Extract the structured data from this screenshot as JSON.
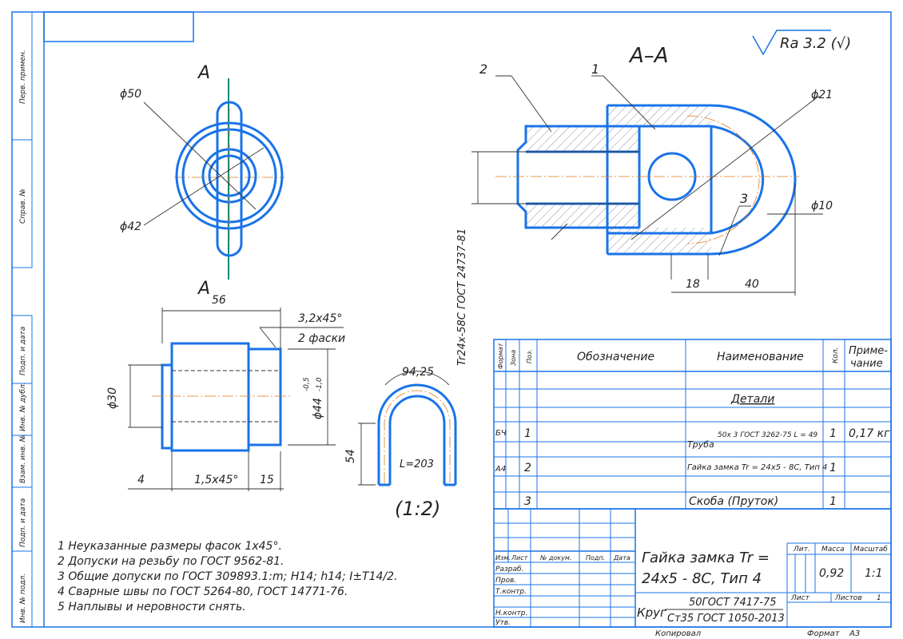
{
  "side_labels": [
    "Перв. примен.",
    "Справ. №",
    "Подп. и дата",
    "Инв. № дубл.",
    "Взам. инв. №",
    "Подп. и дата",
    "Инв. № подл."
  ],
  "roughness": "Ra 3.2 (√)",
  "section_title": "А–А",
  "cut_letter_top": "А",
  "cut_letter_bottom": "А",
  "front": {
    "d50": "ϕ50",
    "d42": "ϕ42"
  },
  "section": {
    "pos1": "1",
    "pos2": "2",
    "pos3": "3",
    "d21": "ϕ21",
    "d10": "ϕ10",
    "dim18": "18",
    "dim40": "40",
    "thread": "Tr24x-58C ГОСТ 24737-81"
  },
  "nut": {
    "len56": "56",
    "chamfer": "3,2x45°",
    "chamfers": "2 фаски",
    "d30": "ϕ30",
    "d44": "ϕ44",
    "tol_upper": "-0,5",
    "tol_lower": "-1,0",
    "dim4": "4",
    "chamfer2": "1,5x45°",
    "dim15": "15"
  },
  "bracket": {
    "arc": "94,25",
    "height": "54",
    "length": "L=203",
    "scale": "(1:2)"
  },
  "notes": [
    "1 Неуказанные размеры фасок 1х45°.",
    "2 Допуски на резьбу по ГОСТ 9562-81.",
    "3 Общие допуски по ГОСТ 309893.1:m; Н14; h14; I±T14/2.",
    "4  Сварные швы по ГОСТ 5264-80,  ГОСТ 14771-76.",
    "5 Наплывы и неровности снять."
  ],
  "spec": {
    "headers": {
      "format": "Формат",
      "zone": "Зона",
      "pos": "Поз.",
      "designation": "Обозначение",
      "name": "Наименование",
      "qty": "Кол.",
      "note1": "Приме-",
      "note2": "чание"
    },
    "section": "Детали",
    "rows": [
      {
        "format": "БЧ",
        "pos": "1",
        "name": "Труба",
        "name_detail": "50х 3 ГОСТ 3262-75 L = 49",
        "qty": "1",
        "note": "0,17 кг"
      },
      {
        "format": "А4",
        "pos": "2",
        "name": "Гайка замка Tr = 24x5 - 8C, Тип 4",
        "name_detail": "",
        "qty": "1",
        "note": ""
      },
      {
        "format": "",
        "pos": "3",
        "name": "Скоба (Пруток)",
        "name_detail": "",
        "qty": "1",
        "note": ""
      }
    ]
  },
  "title_block": {
    "labels": {
      "izm": "Изм.",
      "list": "Лист",
      "doc": "№ докум.",
      "podp": "Подп.",
      "date": "Дата",
      "razrab": "Разраб.",
      "prov": "Пров.",
      "tkontr": "Т.контр.",
      "nkontr": "Н.контр.",
      "utv": "Утв.",
      "lit": "Лит.",
      "mass": "Масса",
      "scale": "Масштаб",
      "sheet": "Лист",
      "sheets": "Листов"
    },
    "title_line1": "Гайка замка Tr =",
    "title_line2": "24x5 - 8C, Тип 4",
    "material_prefix": "Круг",
    "material_top": "50ГОСТ 7417-75",
    "material_bottom": "Ст35 ГОСТ 1050-2013",
    "mass_value": "0,92",
    "scale_value": "1:1",
    "sheets_value": "1",
    "copied": "Копировал",
    "format_label": "Формат",
    "format_value": "А3"
  },
  "colors": {
    "frame": "#1a73e8",
    "axis": "#e07a1a",
    "ink": "#222222"
  }
}
